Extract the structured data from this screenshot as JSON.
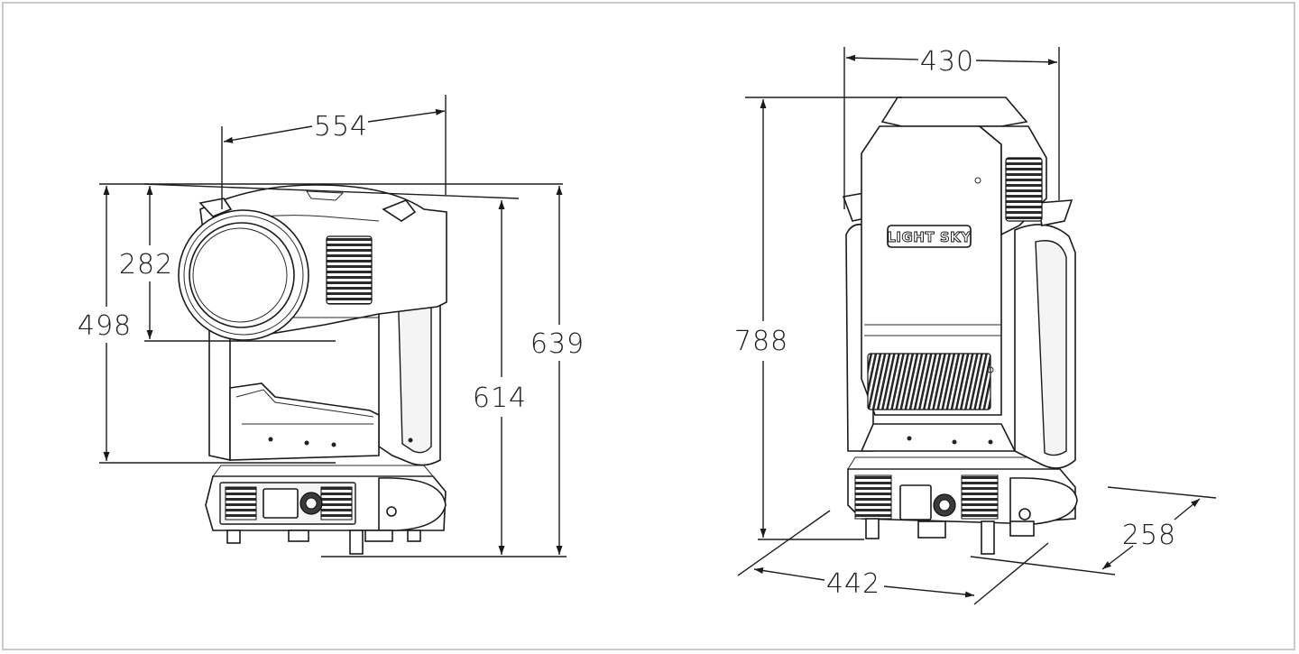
{
  "brand_logo": "LIGHT SKY",
  "dimensions": {
    "front_width": "554",
    "head_height": "282",
    "yoke_height": "498",
    "base_to_top": "614",
    "total_height_front": "639",
    "side_width": "430",
    "total_height_side": "788",
    "base_width": "442",
    "base_depth": "258"
  }
}
